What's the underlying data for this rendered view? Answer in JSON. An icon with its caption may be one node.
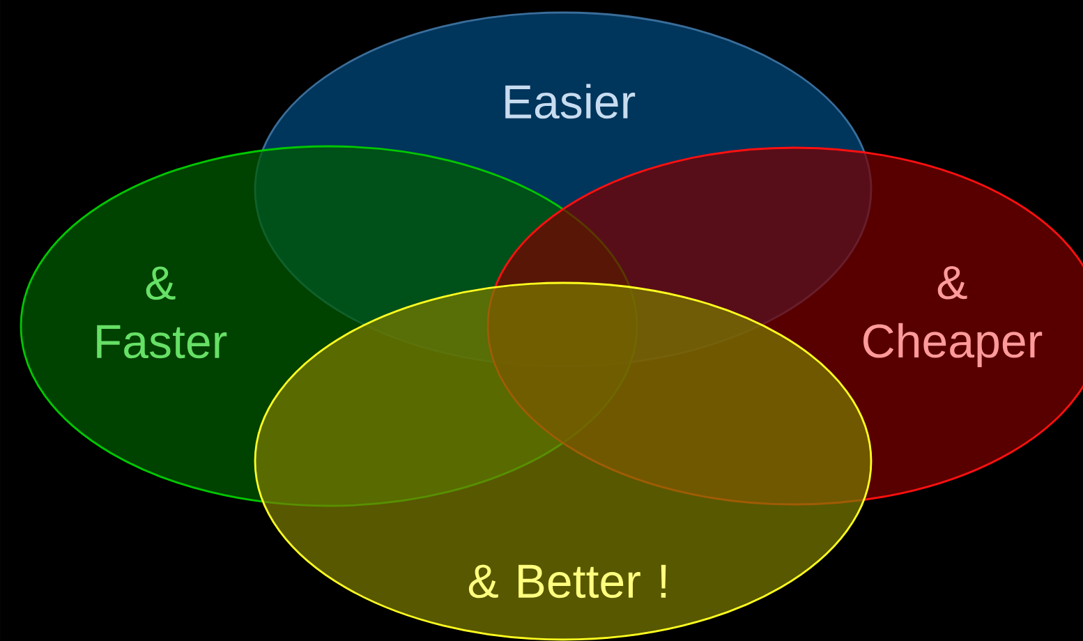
{
  "diagram": {
    "nodes": [
      {
        "text": [
          "Easier"
        ]
      },
      {
        "text": [
          "& Faster"
        ]
      },
      {
        "text": [
          "& Cheaper"
        ]
      },
      {
        "text": [
          "& Better !"
        ]
      }
    ]
  }
}
